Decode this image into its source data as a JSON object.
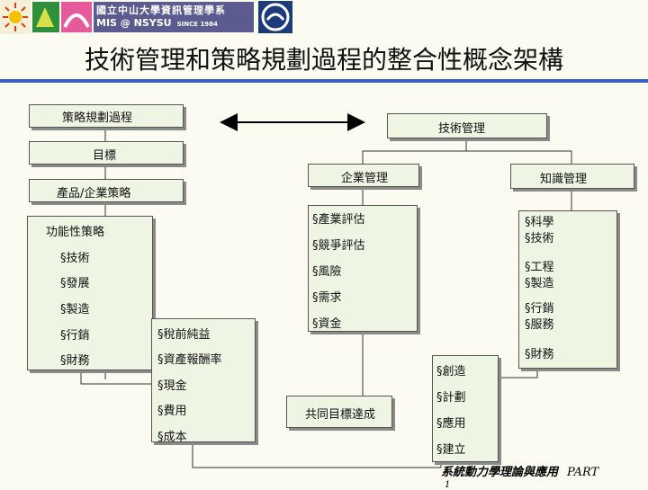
{
  "header": {
    "logo_line1": "國立中山大學資訊管理學系",
    "logo_line2": "MIS @ NSYSU",
    "logo_since": "SINCE 1984"
  },
  "title": "技術管理和策略規劃過程的整合性概念架構",
  "diagram": {
    "strategic_planning": "策略規劃過程",
    "tech_management": "技術管理",
    "objectives": "目標",
    "product_strategy": "產品/企業策略",
    "enterprise_management": "企業管理",
    "knowledge_management": "知識管理",
    "functional_strategy": "功能性策略",
    "functional_items": [
      "§技術",
      "§發展",
      "§製造",
      "§行銷",
      "§財務"
    ],
    "returns_items": [
      "§稅前純益",
      "§資產報酬率",
      "§現金",
      "§費用",
      "§成本"
    ],
    "enterprise_items": [
      "§產業評估",
      "§競爭評估",
      "§風險",
      "§需求",
      "§資金"
    ],
    "knowledge_items": [
      "§科學\n§技術",
      "§工程\n§製造",
      "§行銷\n§服務",
      "§財務"
    ],
    "common_goal": "共同目標達成",
    "creation_items": [
      "§創造",
      "§計劃",
      "§應用",
      "§建立"
    ]
  },
  "footer": {
    "text": "系統動力學理論與應用",
    "part": "PART",
    "mark": "1"
  },
  "colors": {
    "box_fill": "#eef5e3",
    "shadow": "#8a8a8a",
    "title_rule": "#3b5fc0"
  }
}
